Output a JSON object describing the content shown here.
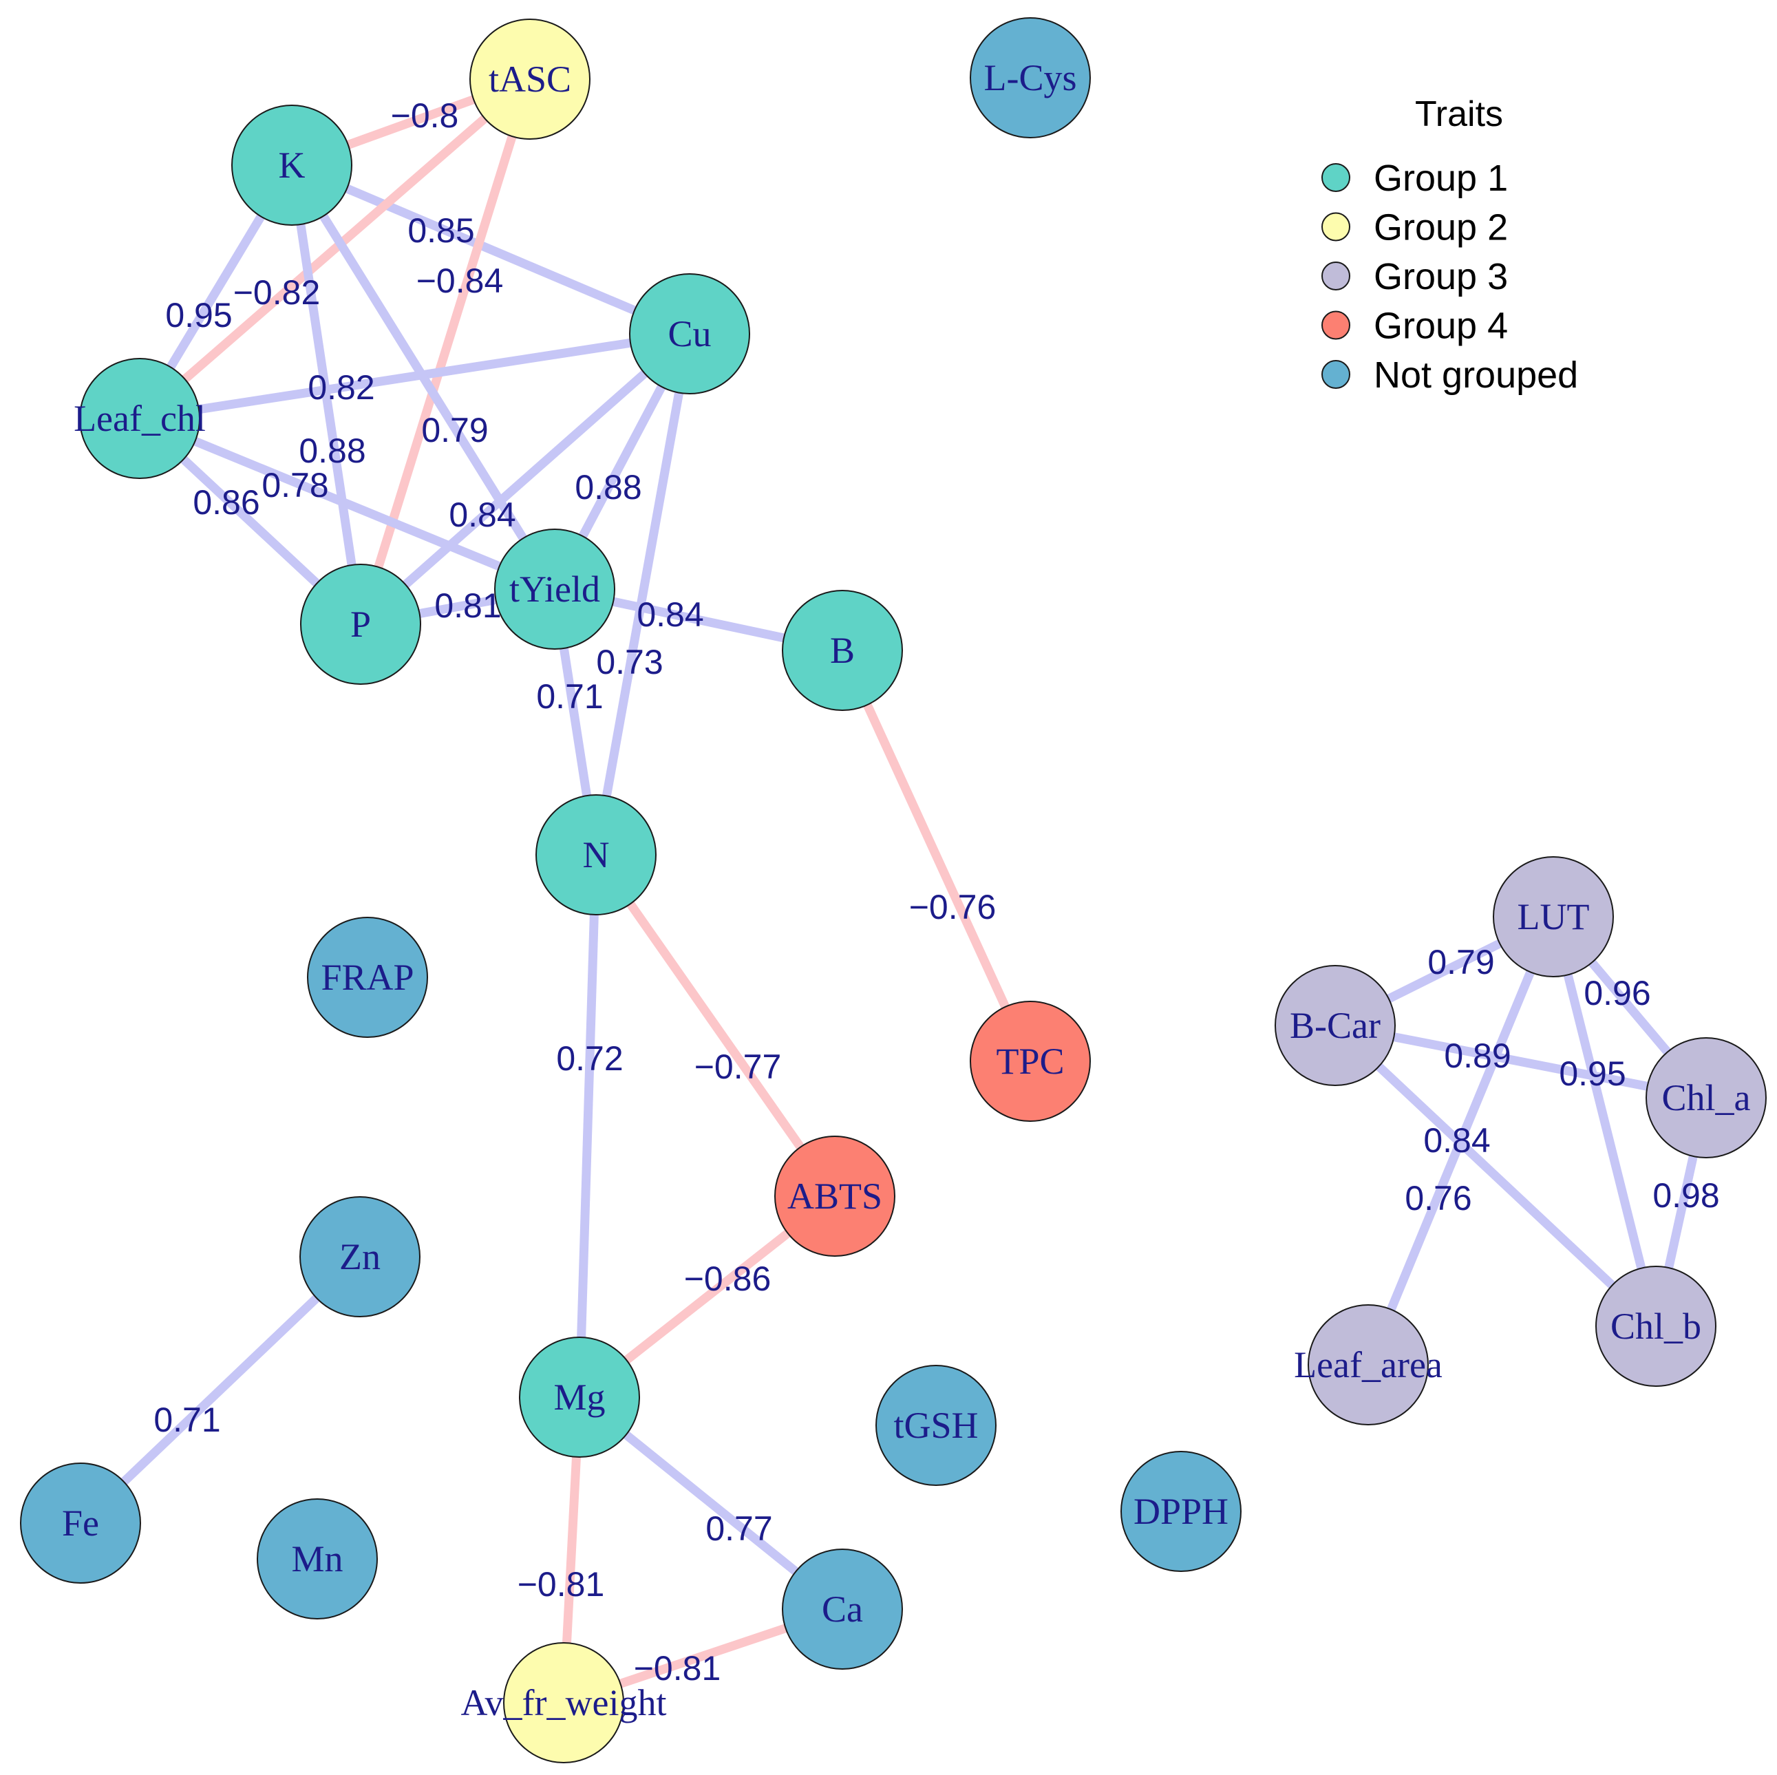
{
  "legend": {
    "title": "Traits",
    "groups": [
      {
        "key": "g1",
        "label": "Group 1",
        "color": "#5fd3c6"
      },
      {
        "key": "g2",
        "label": "Group 2",
        "color": "#fdfcae"
      },
      {
        "key": "g3",
        "label": "Group 3",
        "color": "#c0bcd9"
      },
      {
        "key": "g4",
        "label": "Group 4",
        "color": "#fc8072"
      },
      {
        "key": "ng",
        "label": "Not grouped",
        "color": "#64b1d1"
      }
    ]
  },
  "edge_colors": {
    "positive": "#c6c6f6",
    "negative": "#fcc6c9"
  },
  "nodes": [
    {
      "id": "tASC",
      "label": "tASC",
      "group": "g2"
    },
    {
      "id": "L-Cys",
      "label": "L-Cys",
      "group": "ng"
    },
    {
      "id": "K",
      "label": "K",
      "group": "g1"
    },
    {
      "id": "Cu",
      "label": "Cu",
      "group": "g1"
    },
    {
      "id": "Leaf_chl",
      "label": "Leaf_chl",
      "group": "g1"
    },
    {
      "id": "P",
      "label": "P",
      "group": "g1"
    },
    {
      "id": "tYield",
      "label": "tYield",
      "group": "g1"
    },
    {
      "id": "B",
      "label": "B",
      "group": "g1"
    },
    {
      "id": "N",
      "label": "N",
      "group": "g1"
    },
    {
      "id": "FRAP",
      "label": "FRAP",
      "group": "ng"
    },
    {
      "id": "TPC",
      "label": "TPC",
      "group": "g4"
    },
    {
      "id": "ABTS",
      "label": "ABTS",
      "group": "g4"
    },
    {
      "id": "Zn",
      "label": "Zn",
      "group": "ng"
    },
    {
      "id": "Mg",
      "label": "Mg",
      "group": "g1"
    },
    {
      "id": "tGSH",
      "label": "tGSH",
      "group": "ng"
    },
    {
      "id": "DPPH",
      "label": "DPPH",
      "group": "ng"
    },
    {
      "id": "Fe",
      "label": "Fe",
      "group": "ng"
    },
    {
      "id": "Mn",
      "label": "Mn",
      "group": "ng"
    },
    {
      "id": "Ca",
      "label": "Ca",
      "group": "ng"
    },
    {
      "id": "Av_fr_weight",
      "label": "Av_fr_weight",
      "group": "g2"
    },
    {
      "id": "LUT",
      "label": "LUT",
      "group": "g3"
    },
    {
      "id": "B-Car",
      "label": "B-Car",
      "group": "g3"
    },
    {
      "id": "Chl_a",
      "label": "Chl_a",
      "group": "g3"
    },
    {
      "id": "Chl_b",
      "label": "Chl_b",
      "group": "g3"
    },
    {
      "id": "Leaf_area",
      "label": "Leaf_area",
      "group": "g3"
    }
  ],
  "edges": [
    {
      "source": "K",
      "target": "tASC",
      "weight": -0.8,
      "label": "−0.8"
    },
    {
      "source": "K",
      "target": "Cu",
      "weight": 0.85,
      "label": "0.85"
    },
    {
      "source": "tASC",
      "target": "P",
      "weight": -0.84,
      "label": "−0.84"
    },
    {
      "source": "K",
      "target": "Leaf_chl",
      "weight": 0.95,
      "label": "0.95"
    },
    {
      "source": "tASC",
      "target": "Leaf_chl",
      "weight": -0.82,
      "label": "−0.82"
    },
    {
      "source": "Leaf_chl",
      "target": "Cu",
      "weight": 0.82,
      "label": "0.82"
    },
    {
      "source": "K",
      "target": "tYield",
      "weight": 0.79,
      "label": "0.79"
    },
    {
      "source": "K",
      "target": "P",
      "weight": 0.88,
      "label": "0.88"
    },
    {
      "source": "Leaf_chl",
      "target": "tYield",
      "weight": 0.78,
      "label": "0.78"
    },
    {
      "source": "Leaf_chl",
      "target": "P",
      "weight": 0.86,
      "label": "0.86"
    },
    {
      "source": "Cu",
      "target": "P",
      "weight": 0.84,
      "label": "0.84"
    },
    {
      "source": "Cu",
      "target": "tYield",
      "weight": 0.88,
      "label": "0.88"
    },
    {
      "source": "P",
      "target": "tYield",
      "weight": 0.81,
      "label": "0.81"
    },
    {
      "source": "tYield",
      "target": "B",
      "weight": 0.84,
      "label": "0.84"
    },
    {
      "source": "Cu",
      "target": "N",
      "weight": 0.73,
      "label": "0.73"
    },
    {
      "source": "tYield",
      "target": "N",
      "weight": 0.71,
      "label": "0.71"
    },
    {
      "source": "B",
      "target": "TPC",
      "weight": -0.76,
      "label": "−0.76"
    },
    {
      "source": "N",
      "target": "Mg",
      "weight": 0.72,
      "label": "0.72"
    },
    {
      "source": "N",
      "target": "ABTS",
      "weight": -0.77,
      "label": "−0.77"
    },
    {
      "source": "ABTS",
      "target": "Mg",
      "weight": -0.86,
      "label": "−0.86"
    },
    {
      "source": "Zn",
      "target": "Fe",
      "weight": 0.71,
      "label": "0.71"
    },
    {
      "source": "Mg",
      "target": "Ca",
      "weight": 0.77,
      "label": "0.77"
    },
    {
      "source": "Mg",
      "target": "Av_fr_weight",
      "weight": -0.81,
      "label": "−0.81"
    },
    {
      "source": "Ca",
      "target": "Av_fr_weight",
      "weight": -0.81,
      "label": "−0.81"
    },
    {
      "source": "B-Car",
      "target": "LUT",
      "weight": 0.79,
      "label": "0.79"
    },
    {
      "source": "LUT",
      "target": "Chl_a",
      "weight": 0.96,
      "label": "0.96"
    },
    {
      "source": "B-Car",
      "target": "Chl_a",
      "weight": 0.89,
      "label": "0.89"
    },
    {
      "source": "LUT",
      "target": "Chl_b",
      "weight": 0.95,
      "label": "0.95"
    },
    {
      "source": "B-Car",
      "target": "Chl_b",
      "weight": 0.84,
      "label": "0.84"
    },
    {
      "source": "LUT",
      "target": "Leaf_area",
      "weight": 0.76,
      "label": "0.76"
    },
    {
      "source": "Chl_a",
      "target": "Chl_b",
      "weight": 0.98,
      "label": "0.98"
    }
  ]
}
